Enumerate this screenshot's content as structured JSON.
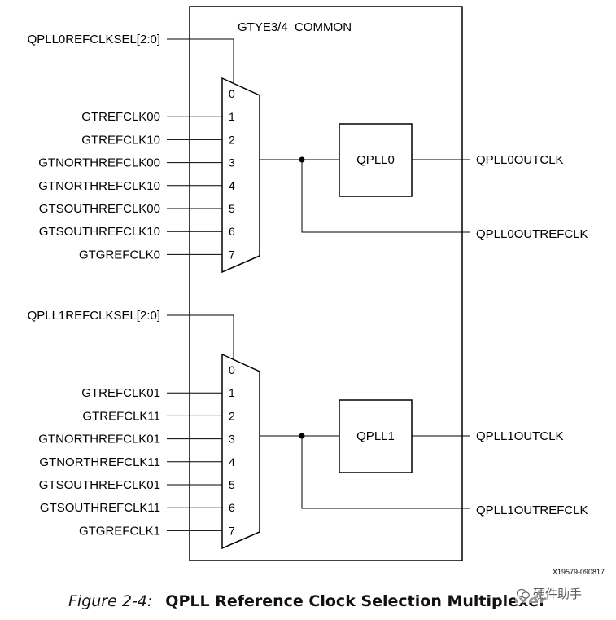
{
  "block_title": "GTYE3/4_COMMON",
  "mux0": {
    "select": "QPLL0REFCLKSEL[2:0]",
    "inputs": [
      "GTREFCLK00",
      "GTREFCLK10",
      "GTNORTHREFCLK00",
      "GTNORTHREFCLK10",
      "GTSOUTHREFCLK00",
      "GTSOUTHREFCLK10",
      "GTGREFCLK0"
    ],
    "pins": [
      "0",
      "1",
      "2",
      "3",
      "4",
      "5",
      "6",
      "7"
    ],
    "pll_label": "QPLL0",
    "out_clk": "QPLL0OUTCLK",
    "out_refclk": "QPLL0OUTREFCLK"
  },
  "mux1": {
    "select": "QPLL1REFCLKSEL[2:0]",
    "inputs": [
      "GTREFCLK01",
      "GTREFCLK11",
      "GTNORTHREFCLK01",
      "GTNORTHREFCLK11",
      "GTSOUTHREFCLK01",
      "GTSOUTHREFCLK11",
      "GTGREFCLK1"
    ],
    "pins": [
      "0",
      "1",
      "2",
      "3",
      "4",
      "5",
      "6",
      "7"
    ],
    "pll_label": "QPLL1",
    "out_clk": "QPLL1OUTCLK",
    "out_refclk": "QPLL1OUTREFCLK"
  },
  "figure_id": "X19579-090817",
  "caption": {
    "figure": "Figure 2-4:",
    "title": "QPLL Reference Clock Selection Multiplexer"
  },
  "watermark": "硬件助手"
}
